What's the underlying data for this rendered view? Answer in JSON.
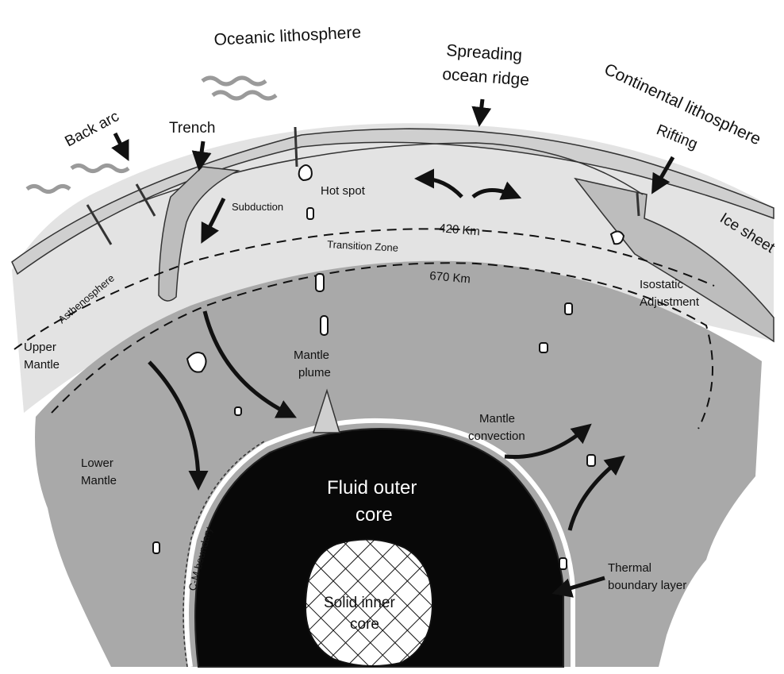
{
  "labels": {
    "oceanic_lithosphere": "Oceanic lithosphere",
    "spreading_line1": "Spreading",
    "spreading_line2": "ocean ridge",
    "continental_lithosphere": "Continental lithosphere",
    "back_arc": "Back arc",
    "trench": "Trench",
    "rifting": "Rifting",
    "hot_spot": "Hot spot",
    "subduction": "Subduction",
    "km420": "420 Km",
    "ice_sheet": "Ice sheet",
    "transition_zone": "Transition Zone",
    "asthenosphere": "Asthenosphere",
    "km670": "670 Km",
    "isostatic_line1": "Isostatic",
    "isostatic_line2": "Adjustment",
    "upper_mantle_line1": "Upper",
    "upper_mantle_line2": "Mantle",
    "mantle_plume_line1": "Mantle",
    "mantle_plume_line2": "plume",
    "mantle_convection_line1": "Mantle",
    "mantle_convection_line2": "convection",
    "lower_mantle_line1": "Lower",
    "lower_mantle_line2": "Mantle",
    "fluid_core_line1": "Fluid outer",
    "fluid_core_line2": "core",
    "cm_boundary": "C-M boundary",
    "thermal_line1": "Thermal",
    "thermal_line2": "boundary layer",
    "inner_core_line1": "Solid inner",
    "inner_core_line2": "core"
  },
  "colors": {
    "lower_mantle": "#a9a9a9",
    "upper_mantle": "#e3e3e3",
    "lithosphere": "#cfcfcf",
    "continent": "#bdbdbd",
    "outer_core": "#080808",
    "inner_core": "#ffffff",
    "ink": "#111111"
  }
}
